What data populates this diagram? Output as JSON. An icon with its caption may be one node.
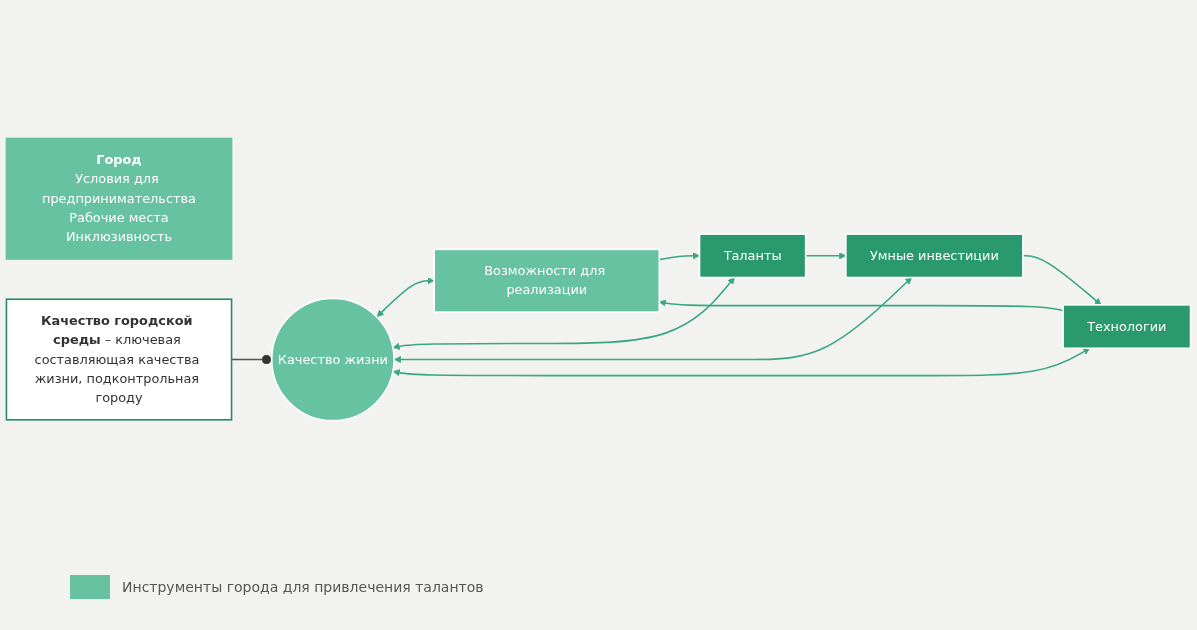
{
  "diagram": {
    "nodes": [
      {
        "text": [
          "Город",
          "Условия для предпринимательства",
          "Рабочие места",
          "Инклюзивность"
        ]
      },
      {
        "text": [
          "Возможности для реализации"
        ]
      },
      {
        "text": [
          "Таланты"
        ]
      },
      {
        "text": [
          "Умные инвестиции"
        ]
      },
      {
        "text": [
          "Технологии"
        ]
      },
      {
        "text": [
          "Качество жизни"
        ]
      },
      {
        "text": [
          "**Качество городской среды** – ключевая составляющая качества жизни, подконтрольная городу"
        ]
      }
    ],
    "edges": [
      {
        "from": 1,
        "to": 2,
        "arrow": "to"
      },
      {
        "from": 2,
        "to": 3,
        "arrow": "to"
      },
      {
        "from": 3,
        "to": 4,
        "arrow": "to"
      },
      {
        "from": 4,
        "to": 1,
        "arrow": "to"
      },
      {
        "from": 5,
        "to": 1,
        "arrow": "both"
      },
      {
        "from": 5,
        "to": 2,
        "arrow": "both"
      },
      {
        "from": 5,
        "to": 3,
        "arrow": "both"
      },
      {
        "from": 5,
        "to": 4,
        "arrow": "both"
      },
      {
        "from": 6,
        "to": 5,
        "arrow": "other"
      }
    ],
    "legend": [
      {
        "text": "Инструменты города для привлечения талантов",
        "color": "#66c2a0"
      }
    ]
  }
}
